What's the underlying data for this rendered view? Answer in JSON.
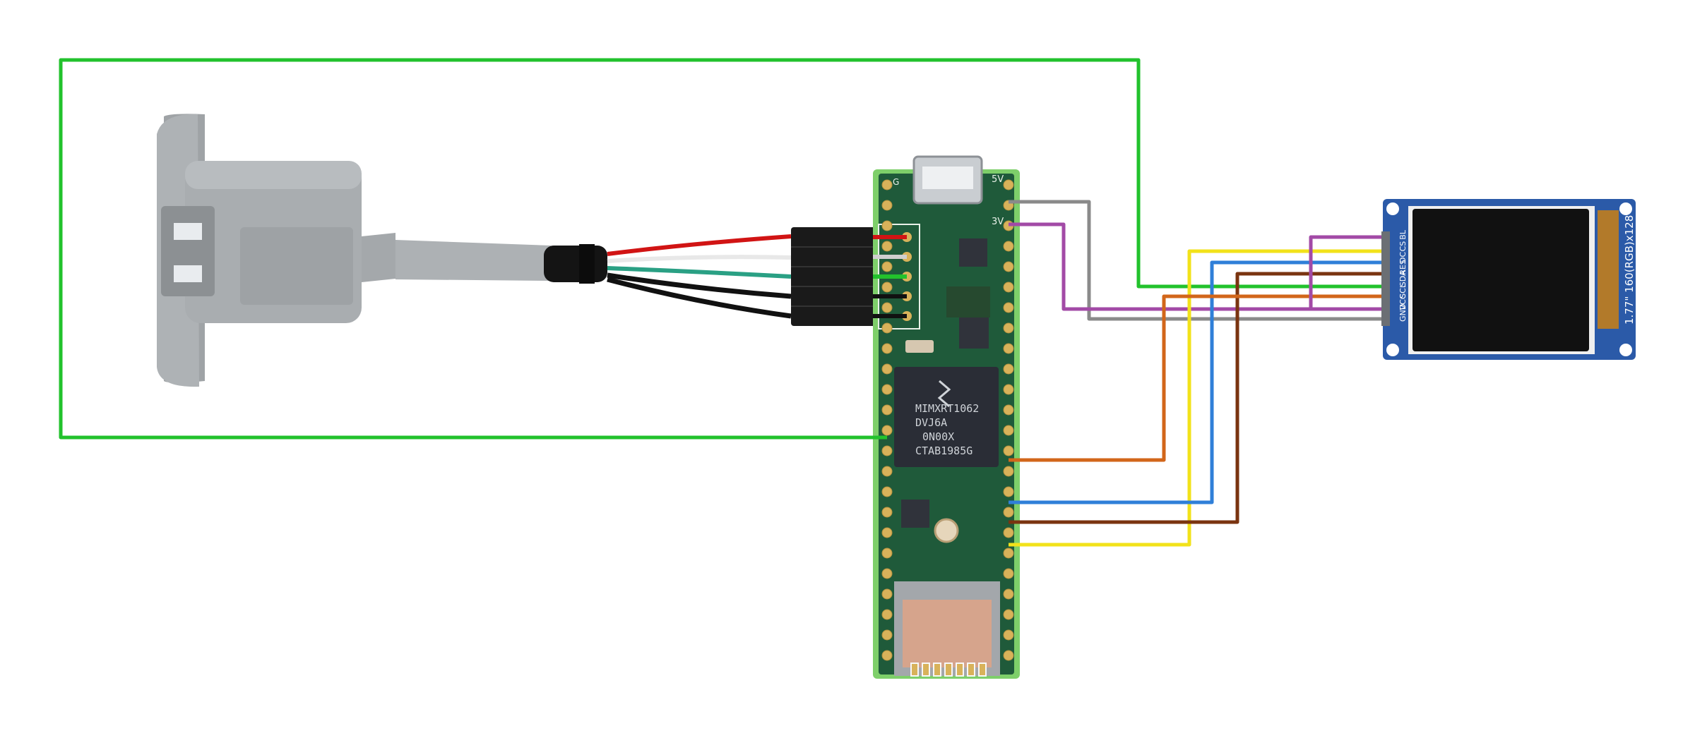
{
  "colors": {
    "background": "#ffffff",
    "pcb": "#1f5a3a",
    "pcb_edge": "#7ecf6a",
    "pad_gold": "#d8b25a",
    "chip": "#2a2d36",
    "usb_gray": "#a6aaad",
    "tft_blue": "#2b5aa8",
    "tft_screen": "#111111",
    "wire_green": "#22c22c",
    "wire_gray": "#8a8a8a",
    "wire_purple": "#a24aa6",
    "wire_yellow": "#f2e21a",
    "wire_blue": "#2f7fd8",
    "wire_brown": "#7a3410",
    "wire_orange": "#d2661a",
    "wire_red": "#d11414",
    "wire_black": "#111111"
  },
  "usb_connector": {
    "icon": "usb-a-panel-mount-icon"
  },
  "microcontroller": {
    "icon": "teensy-board-icon",
    "pin_labels": {
      "vin": "5V",
      "v33": "3V",
      "g": "G"
    },
    "chip_lines": [
      "MIMXRT1062",
      "DVJ6A",
      "0N00X",
      "CTAB1985G"
    ]
  },
  "display": {
    "icon": "tft-display-icon",
    "side_label": "1.77\" 160(RGB)x128",
    "pins": [
      "GND",
      "VCC",
      "SCL",
      "SDA",
      "RES",
      "DC",
      "CS",
      "BL"
    ]
  },
  "wires": [
    {
      "name": "green-wire-usb-5v",
      "color_key": "wire_green"
    },
    {
      "name": "gray-wire-gnd",
      "color_key": "wire_gray"
    },
    {
      "name": "purple-wire-3v3",
      "color_key": "wire_purple"
    },
    {
      "name": "yellow-wire-cs",
      "color_key": "wire_yellow"
    },
    {
      "name": "blue-wire-dc",
      "color_key": "wire_blue"
    },
    {
      "name": "brown-wire-res",
      "color_key": "wire_brown"
    },
    {
      "name": "orange-wire-sda",
      "color_key": "wire_orange"
    }
  ]
}
